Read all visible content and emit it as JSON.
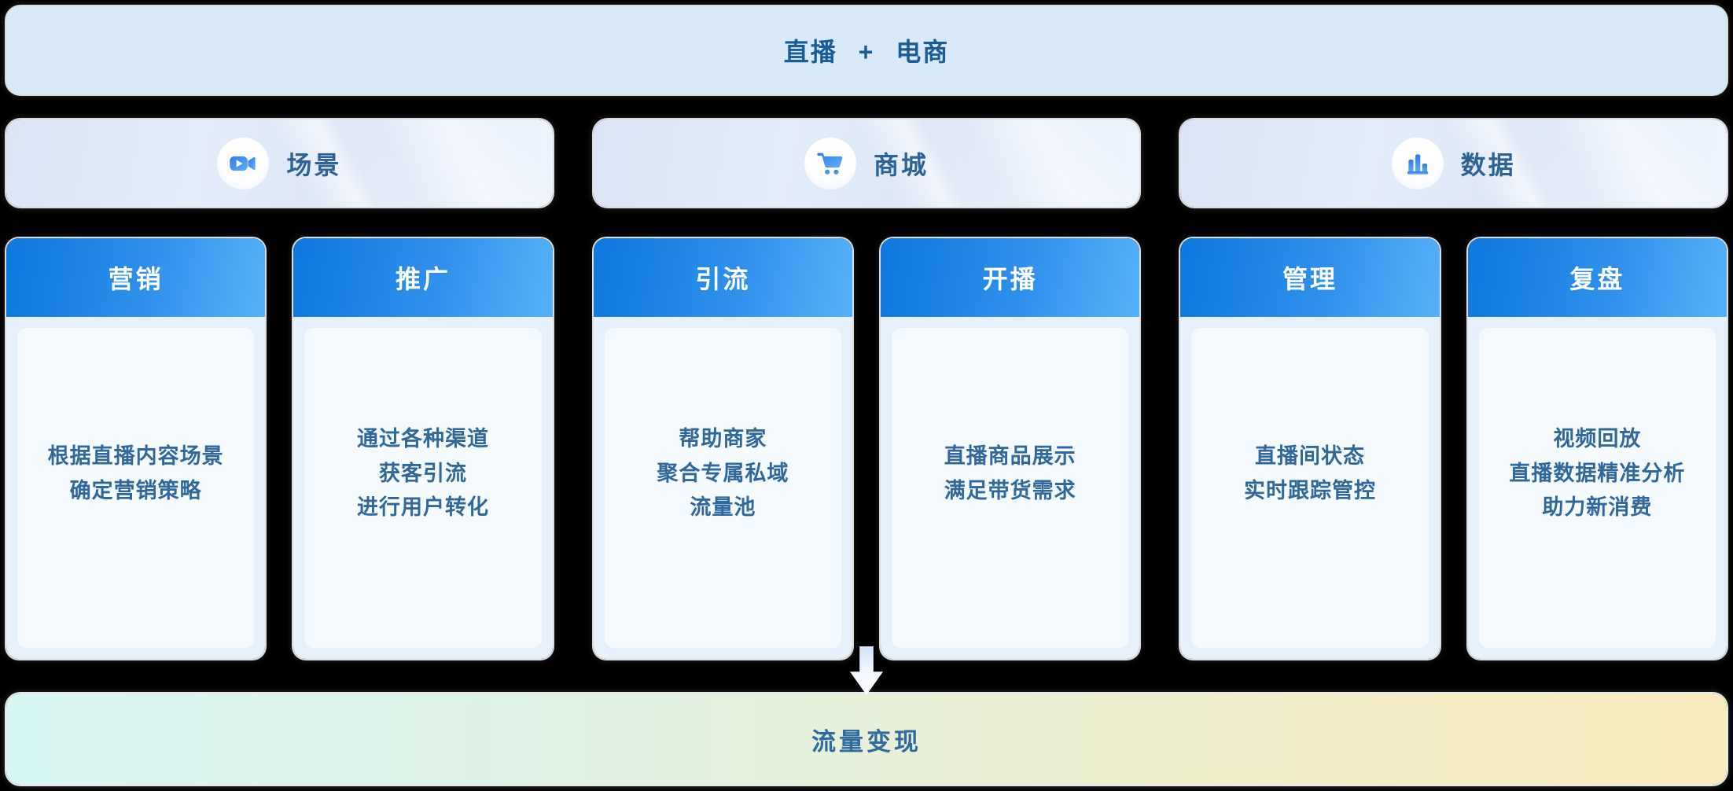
{
  "banner": {
    "title": "直播 + 电商"
  },
  "sections": [
    {
      "label": "场景",
      "icon": "video-camera-icon",
      "cards": [
        {
          "title": "营销",
          "desc": "根据直播内容场景\n确定营销策略"
        },
        {
          "title": "推广",
          "desc": "通过各种渠道\n获客引流\n进行用户转化"
        }
      ]
    },
    {
      "label": "商城",
      "icon": "shopping-cart-icon",
      "cards": [
        {
          "title": "引流",
          "desc": "帮助商家\n聚合专属私域\n流量池"
        },
        {
          "title": "开播",
          "desc": "直播商品展示\n满足带货需求"
        }
      ]
    },
    {
      "label": "数据",
      "icon": "bar-chart-icon",
      "cards": [
        {
          "title": "管理",
          "desc": "直播间状态\n实时跟踪管控"
        },
        {
          "title": "复盘",
          "desc": "视频回放\n直播数据精准分析\n助力新消费"
        }
      ]
    }
  ],
  "footer": {
    "label": "流量变现"
  },
  "colors": {
    "page_background": "#000000",
    "top_banner_bg": "#D8E9F9",
    "heading_text": "#1A5C95",
    "section_header_bg_start": "#DBE5F7",
    "section_header_bg_end": "#EEF4FD",
    "section_label_text": "#2D6296",
    "card_header_gradient_start": "#0D78DF",
    "card_header_gradient_end": "#55B1F8",
    "card_body_bg": "#E6F1FB",
    "card_panel_bg": "#F5FAFE",
    "card_text": "#31689C",
    "icon_blue_start": "#2E7BE8",
    "icon_blue_end": "#5FB0F5",
    "footer_gradient_start": "#D8F6F4",
    "footer_gradient_mid": "#E9F0D6",
    "footer_gradient_end": "#FAEBBE",
    "footer_text": "#2E6BA1"
  }
}
